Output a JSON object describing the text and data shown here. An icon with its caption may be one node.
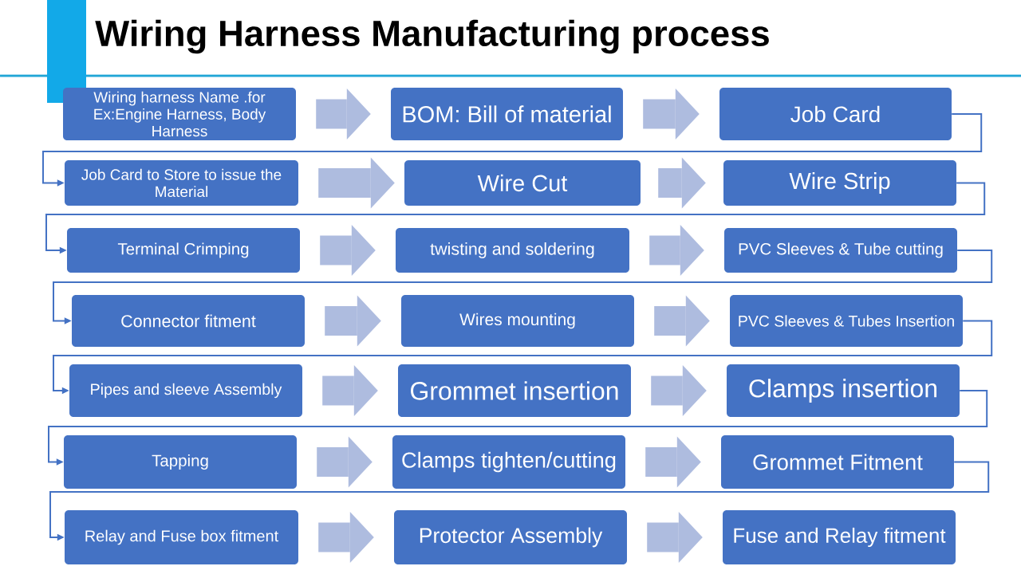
{
  "diagram": {
    "title": "Wiring Harness Manufacturing process",
    "nodes": [
      {
        "text": [
          "Wiring harness Name .for Ex:Engine Harness, Body Harness"
        ]
      },
      {
        "text": [
          "BOM: Bill of material"
        ]
      },
      {
        "text": [
          "Job Card"
        ]
      },
      {
        "text": [
          "Job Card to Store to issue the Material"
        ]
      },
      {
        "text": [
          "Wire Cut"
        ]
      },
      {
        "text": [
          "Wire Strip"
        ]
      },
      {
        "text": [
          "Terminal Crimping"
        ]
      },
      {
        "text": [
          "twisting and soldering"
        ]
      },
      {
        "text": [
          "PVC Sleeves & Tube cutting"
        ]
      },
      {
        "text": [
          "Connector fitment"
        ]
      },
      {
        "text": [
          "Wires mounting"
        ]
      },
      {
        "text": [
          "PVC Sleeves & Tubes Insertion"
        ]
      },
      {
        "text": [
          "Pipes and sleeve Assembly"
        ]
      },
      {
        "text": [
          "Grommet insertion"
        ]
      },
      {
        "text": [
          "Clamps insertion"
        ]
      },
      {
        "text": [
          "Tapping"
        ]
      },
      {
        "text": [
          "Clamps tighten/cutting"
        ]
      },
      {
        "text": [
          "Grommet Fitment"
        ]
      },
      {
        "text": [
          "Relay and Fuse box fitment"
        ]
      },
      {
        "text": [
          "Protector Assembly"
        ]
      },
      {
        "text": [
          "Fuse and Relay fitment"
        ]
      }
    ],
    "edges": [
      {
        "from": 0,
        "to": 1,
        "arrow": "to"
      },
      {
        "from": 1,
        "to": 2,
        "arrow": "to"
      },
      {
        "from": 2,
        "to": 3,
        "arrow": "to",
        "color": "#4472c4"
      },
      {
        "from": 3,
        "to": 4,
        "arrow": "to"
      },
      {
        "from": 4,
        "to": 5,
        "arrow": "to"
      },
      {
        "from": 5,
        "to": 6,
        "arrow": "to",
        "color": "#4472c4"
      },
      {
        "from": 6,
        "to": 7,
        "arrow": "to"
      },
      {
        "from": 7,
        "to": 8,
        "arrow": "to"
      },
      {
        "from": 8,
        "to": 9,
        "arrow": "to",
        "color": "#4472c4"
      },
      {
        "from": 9,
        "to": 10,
        "arrow": "to"
      },
      {
        "from": 10,
        "to": 11,
        "arrow": "to"
      },
      {
        "from": 11,
        "to": 12,
        "arrow": "to",
        "color": "#4472c4"
      },
      {
        "from": 12,
        "to": 13,
        "arrow": "to"
      },
      {
        "from": 13,
        "to": 14,
        "arrow": "to"
      },
      {
        "from": 14,
        "to": 15,
        "arrow": "to",
        "color": "#4472c4"
      },
      {
        "from": 15,
        "to": 16,
        "arrow": "to"
      },
      {
        "from": 16,
        "to": 17,
        "arrow": "to"
      },
      {
        "from": 17,
        "to": 18,
        "arrow": "to",
        "color": "#4472c4"
      },
      {
        "from": 18,
        "to": 19,
        "arrow": "to"
      },
      {
        "from": 19,
        "to": 20,
        "arrow": "to"
      }
    ]
  }
}
